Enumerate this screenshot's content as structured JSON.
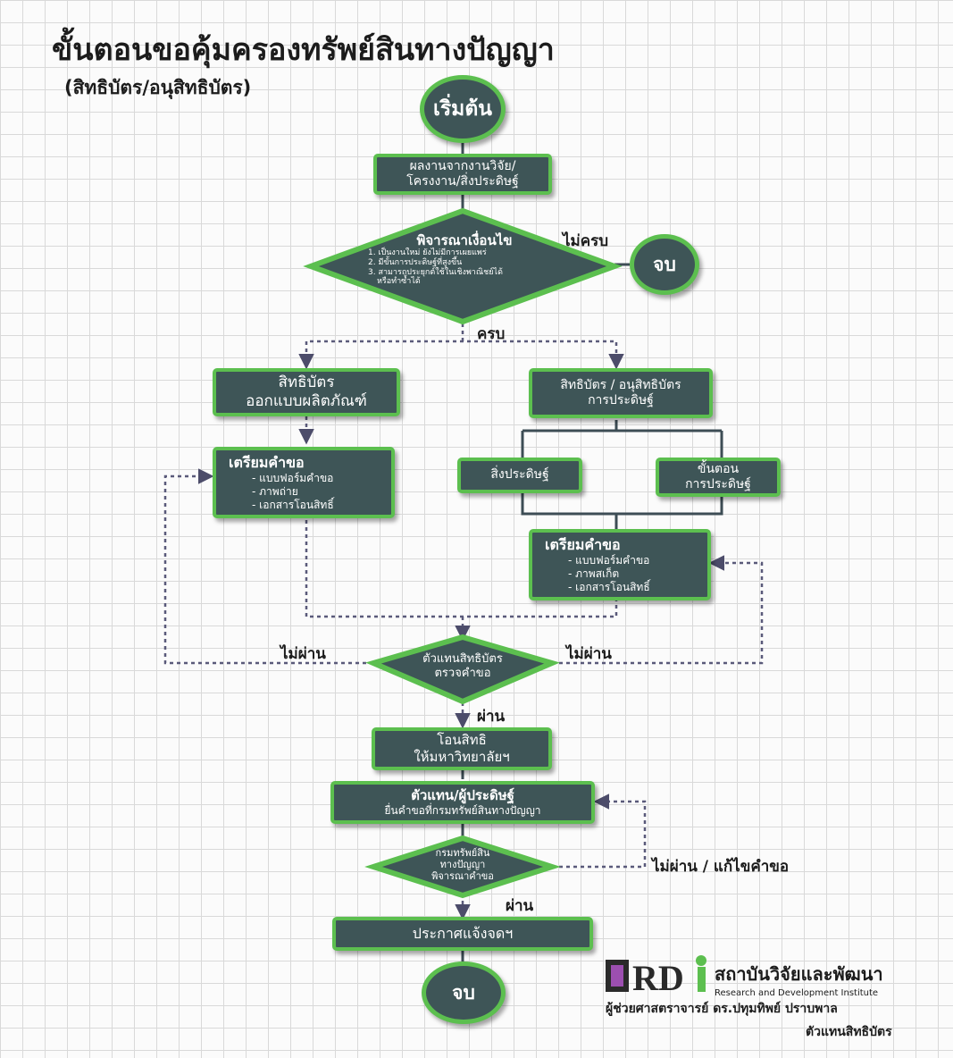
{
  "header": {
    "title": "ขั้นตอนขอคุ้มครองทรัพย์สินทางปัญญา",
    "subtitle": "(สิทธิบัตร/อนุสิทธิบัตร)"
  },
  "nodes": {
    "start": "เริ่มต้น",
    "research_output": [
      "ผลงานจากงานวิจัย/",
      "โครงงาน/สิ่งประดิษฐ์"
    ],
    "consider_condition": {
      "heading": "พิจารณาเงื่อนไข",
      "items": [
        "1. เป็นงานใหม่ ยังไม่มีการเผยแพร่",
        "2. มีขั้นการประดิษฐ์ที่สูงขึ้น",
        "3. สามารถประยุกต์ใช้ในเชิงพาณิชย์ได้",
        "หรือทำซ้ำได้"
      ]
    },
    "end_top": "จบ",
    "design_patent": [
      "สิทธิบัตร",
      "ออกแบบผลิตภัณฑ์"
    ],
    "invention_patent": [
      "สิทธิบัตร / อนุสิทธิบัตร",
      "การประดิษฐ์"
    ],
    "prepare_left": {
      "heading": "เตรียมคำขอ",
      "items": [
        "- แบบฟอร์มคำขอ",
        "- ภาพถ่าย",
        "- เอกสารโอนสิทธิ์"
      ]
    },
    "invention": "สิ่งประดิษฐ์",
    "process": [
      "ขั้นตอน",
      "การประดิษฐ์"
    ],
    "prepare_right": {
      "heading": "เตรียมคำขอ",
      "items": [
        "- แบบฟอร์มคำขอ",
        "- ภาพสเก็ต",
        "- เอกสารโอนสิทธิ์"
      ]
    },
    "agent_check": [
      "ตัวแทนสิทธิบัตร",
      "ตรวจคำขอ"
    ],
    "transfer_rights": [
      "โอนสิทธิ",
      "ให้มหาวิทยาลัยฯ"
    ],
    "submit": [
      "ตัวแทน/ผู้ประดิษฐ์",
      "ยื่นคำขอที่กรมทรัพย์สินทางปัญญา"
    ],
    "dip_consider": [
      "กรมทรัพย์สิน",
      "ทางปัญญา",
      "พิจารณาคำขอ"
    ],
    "announce": "ประกาศแจ้งจดฯ",
    "end_bottom": "จบ"
  },
  "edge_labels": {
    "incomplete": "ไม่ครบ",
    "complete": "ครบ",
    "fail_left": "ไม่ผ่าน",
    "fail_right": "ไม่ผ่าน",
    "pass_1": "ผ่าน",
    "fail_fix": "ไม่ผ่าน / แก้ไขคำขอ",
    "pass_2": "ผ่าน"
  },
  "footer": {
    "logo_text": "RDI",
    "org_th": "สถาบันวิจัยและพัฒนา",
    "org_en": "Research and Development Institute",
    "author": "ผู้ช่วยศาสตราจารย์ ดร.ปทุมทิพย์ ปราบพาล",
    "author_role": "ตัวแทนสิทธิบัตร"
  },
  "colors": {
    "node_fill": "#3e5557",
    "node_border": "#5cbf4f",
    "connector_solid": "#3d4d55",
    "connector_dotted": "#5a5a7a",
    "grid": "#d9d9d9"
  }
}
